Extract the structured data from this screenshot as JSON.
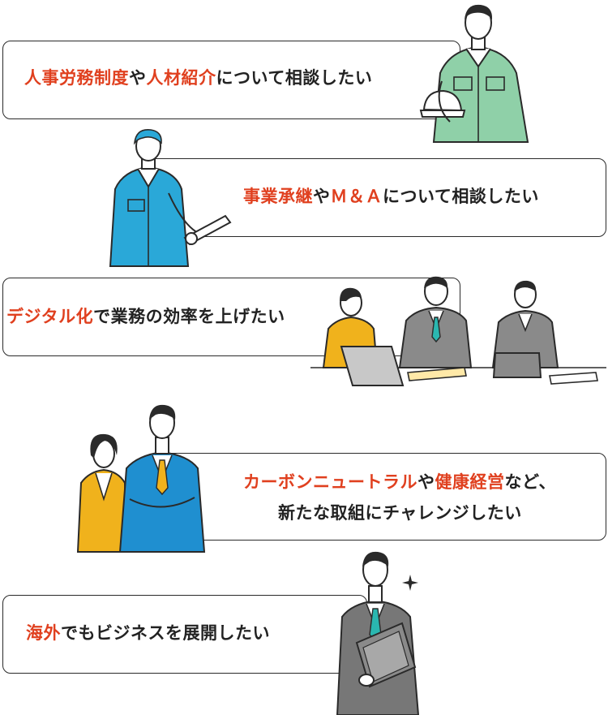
{
  "colors": {
    "accent": "#e0401f",
    "text": "#222222",
    "border": "#2a2a2a",
    "green_uniform": "#8fd0a8",
    "blue_uniform": "#2aa8d8",
    "yellow": "#f0b21c",
    "blue_suit": "#1f8fd0",
    "gray_suit": "#777777",
    "teal_tie": "#2ab7b0"
  },
  "items": [
    {
      "parts": [
        {
          "text": "人事労務制度",
          "highlight": true
        },
        {
          "text": "や",
          "highlight": false
        },
        {
          "text": "人材紹介",
          "highlight": true
        },
        {
          "text": "について相談したい",
          "highlight": false
        }
      ],
      "illustration": "worker-with-helmet-icon"
    },
    {
      "parts": [
        {
          "text": "事業承継",
          "highlight": true
        },
        {
          "text": "や",
          "highlight": false
        },
        {
          "text": "Ｍ＆Ａ",
          "highlight": true
        },
        {
          "text": "について相談したい",
          "highlight": false
        }
      ],
      "illustration": "worker-with-clipboard-icon"
    },
    {
      "parts": [
        {
          "text": "デジタル化",
          "highlight": true
        },
        {
          "text": "で業務の効率を上げたい",
          "highlight": false
        }
      ],
      "illustration": "office-meeting-icon"
    },
    {
      "line1": [
        {
          "text": "カーボンニュートラル",
          "highlight": true
        },
        {
          "text": "や",
          "highlight": false
        },
        {
          "text": "健康経営",
          "highlight": true
        },
        {
          "text": "など、",
          "highlight": false
        }
      ],
      "line2": [
        {
          "text": "新たな取組にチャレンジしたい",
          "highlight": false
        }
      ],
      "illustration": "business-pair-icon"
    },
    {
      "parts": [
        {
          "text": "海外",
          "highlight": true
        },
        {
          "text": "でもビジネスを展開したい",
          "highlight": false
        }
      ],
      "illustration": "businessman-with-tablet-icon"
    }
  ]
}
